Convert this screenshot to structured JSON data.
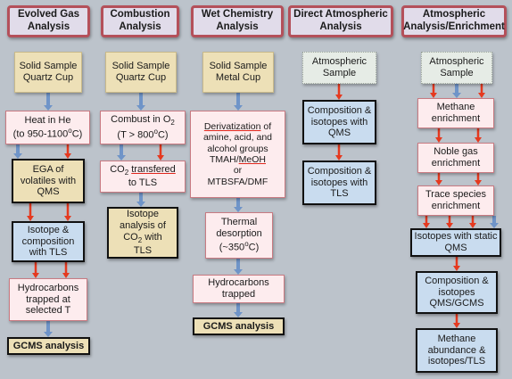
{
  "arrow_colors": {
    "blue": "#6f94c8",
    "red": "#e5391f"
  },
  "columns": [
    {
      "header": "Evolved Gas Analysis",
      "boxes": [
        "Solid Sample Quartz Cup",
        "Heat in He (to 950-1100°C)",
        "EGA of volatiles with QMS",
        "Isotope & composition with TLS",
        "Hydrocarbons trapped at selected T",
        "GCMS analysis"
      ]
    },
    {
      "header": "Combustion Analysis",
      "boxes": [
        "Solid Sample Quartz Cup",
        "Combust in O2 (T > 800°C)",
        "CO2 transfered to TLS",
        "Isotope analysis of CO2 with TLS"
      ]
    },
    {
      "header": "Wet Chemistry Analysis",
      "boxes": [
        "Solid Sample Metal Cup",
        "Derivatization of amine, acid, and alcohol groups TMAH/MeOH or MTBSFA/DMF",
        "Thermal desorption (~350°C)",
        "Hydrocarbons trapped",
        "GCMS analysis"
      ]
    },
    {
      "header": "Direct Atmospheric Analysis",
      "boxes": [
        "Atmospheric Sample",
        "Composition & isotopes with QMS",
        "Composition & isotopes with TLS"
      ]
    },
    {
      "header": "Atmospheric Analysis/Enrichment",
      "boxes": [
        "Atmospheric Sample",
        "Methane enrichment",
        "Noble gas enrichment",
        "Trace species enrichment",
        "Isotopes with static QMS",
        "Composition & isotopes QMS/GCMS",
        "Methane abundance & isotopes/TLS"
      ]
    }
  ]
}
